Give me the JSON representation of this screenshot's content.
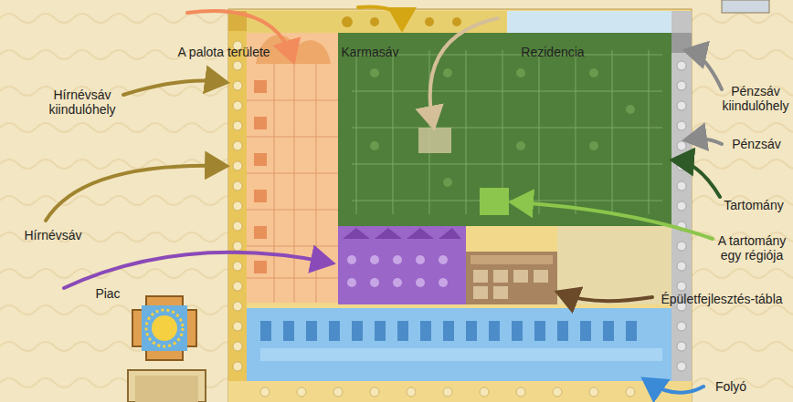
{
  "diagram": {
    "labels": [
      "A palota területe",
      "Karmasáv",
      "Rezidencia",
      "Hírnévsáv kiindulóhely",
      "Pénzsáv kiindulóhely",
      "Pénzsáv",
      "Tartomány",
      "Hírnévsáv",
      "A tartomány egy régiója",
      "Piac",
      "Épületfejlesztés-tábla",
      "Folyó"
    ]
  }
}
